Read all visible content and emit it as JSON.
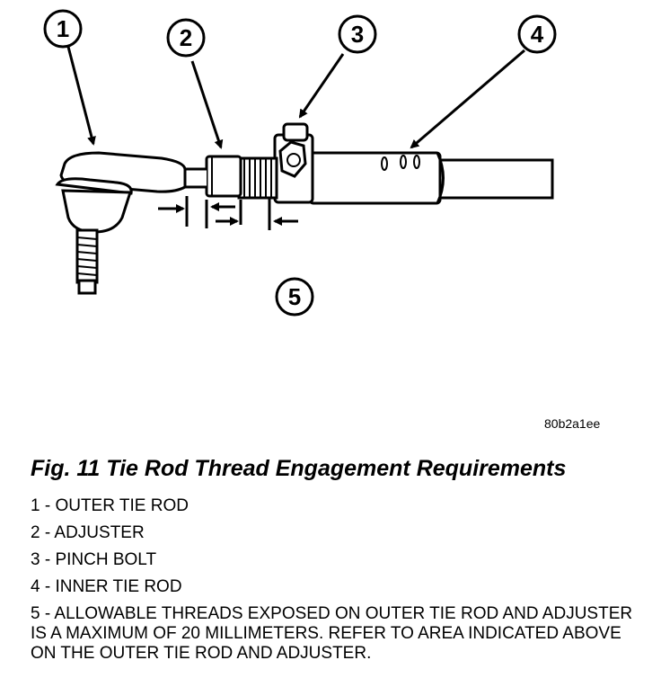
{
  "figure": {
    "callouts": [
      "1",
      "2",
      "3",
      "4",
      "5"
    ],
    "ref_code": "80b2a1ee"
  },
  "caption": "Fig. 11 Tie Rod Thread Engagement Requirements",
  "legend": [
    "1 - OUTER TIE ROD",
    "2 - ADJUSTER",
    "3 - PINCH BOLT",
    "4 - INNER TIE ROD",
    "5 - ALLOWABLE THREADS EXPOSED ON OUTER TIE ROD AND ADJUSTER IS A MAXIMUM OF 20 MILLIMETERS. REFER TO AREA INDICATED ABOVE ON THE OUTER TIE ROD AND ADJUSTER."
  ]
}
